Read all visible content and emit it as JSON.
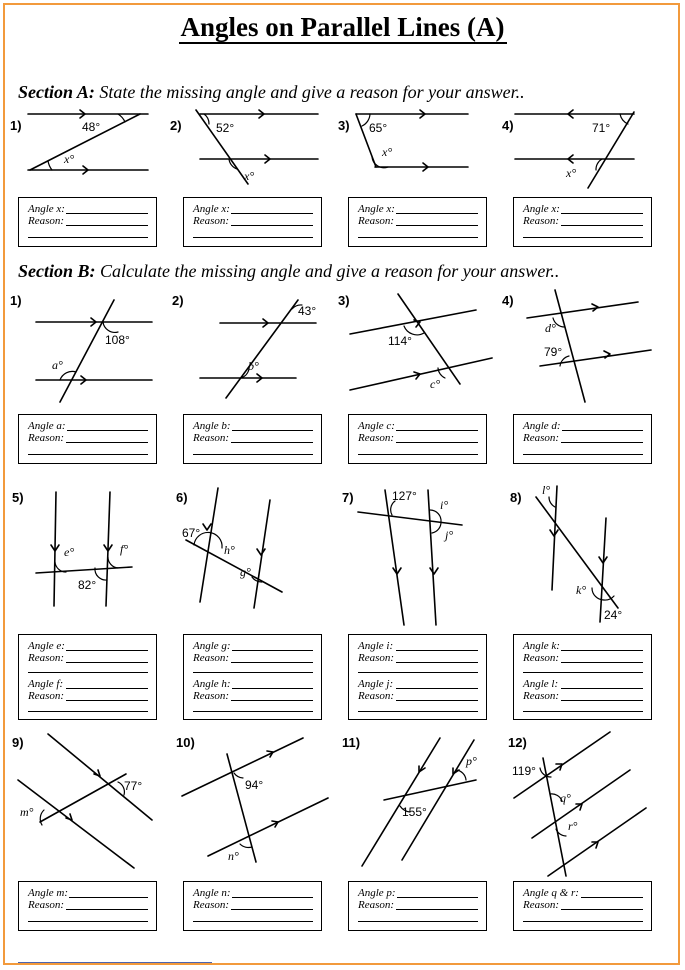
{
  "title": "Angles on Parallel Lines (A)",
  "sectionA": {
    "label": "Section A:",
    "text": "State the missing angle and give a reason for your answer.."
  },
  "sectionB": {
    "label": "Section B:",
    "text": "Calculate the missing angle and give a reason for your answer.."
  },
  "reason_label": "Reason:",
  "questionsA": [
    {
      "num": "1)",
      "angles": [
        "48°",
        "x°"
      ],
      "answer_label": "Angle x:"
    },
    {
      "num": "2)",
      "angles": [
        "52°",
        "x°"
      ],
      "answer_label": "Angle x:"
    },
    {
      "num": "3)",
      "angles": [
        "65°",
        "x°"
      ],
      "answer_label": "Angle x:"
    },
    {
      "num": "4)",
      "angles": [
        "71°",
        "x°"
      ],
      "answer_label": "Angle x:"
    }
  ],
  "questionsB": [
    {
      "num": "1)",
      "angles": [
        "108°",
        "a°"
      ],
      "answer_labels": [
        "Angle a:"
      ]
    },
    {
      "num": "2)",
      "angles": [
        "43°",
        "b°"
      ],
      "answer_labels": [
        "Angle b:"
      ]
    },
    {
      "num": "3)",
      "angles": [
        "114°",
        "c°"
      ],
      "answer_labels": [
        "Angle c:"
      ]
    },
    {
      "num": "4)",
      "angles": [
        "d°",
        "79°"
      ],
      "answer_labels": [
        "Angle d:"
      ]
    },
    {
      "num": "5)",
      "angles": [
        "e°",
        "f°",
        "82°"
      ],
      "answer_labels": [
        "Angle e:",
        "Angle f:"
      ]
    },
    {
      "num": "6)",
      "angles": [
        "67°",
        "h°",
        "g°"
      ],
      "answer_labels": [
        "Angle g:",
        "Angle h:"
      ]
    },
    {
      "num": "7)",
      "angles": [
        "127°",
        "i°",
        "j°"
      ],
      "answer_labels": [
        "Angle i:",
        "Angle j:"
      ]
    },
    {
      "num": "8)",
      "angles": [
        "l°",
        "k°",
        "24°"
      ],
      "answer_labels": [
        "Angle k:",
        "Angle l:"
      ]
    },
    {
      "num": "9)",
      "angles": [
        "77°",
        "m°"
      ],
      "answer_labels": [
        "Angle m:"
      ]
    },
    {
      "num": "10)",
      "angles": [
        "94°",
        "n°"
      ],
      "answer_labels": [
        "Angle n:"
      ]
    },
    {
      "num": "11)",
      "angles": [
        "p°",
        "155°"
      ],
      "answer_labels": [
        "Angle p:"
      ]
    },
    {
      "num": "12)",
      "angles": [
        "119°",
        "q°",
        "r°"
      ],
      "answer_labels": [
        "Angle q & r:"
      ]
    }
  ],
  "colors": {
    "page_border": "#f29a3c",
    "footer_link": "#4a64b0"
  }
}
